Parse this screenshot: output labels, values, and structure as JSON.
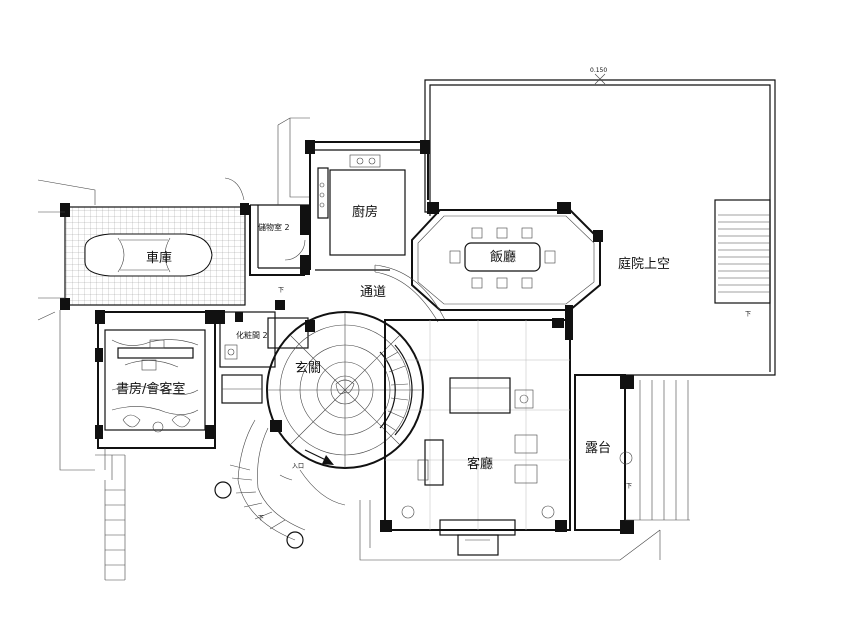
{
  "rooms": {
    "garage": "車庫",
    "storage": "儲物室 2",
    "kitchen": "廚房",
    "dining": "飯廳",
    "courtyard_void": "庭院上空",
    "corridor": "通道",
    "powder_room": "化粧間 2",
    "foyer": "玄關",
    "study": "書房/會客室",
    "living": "客廳",
    "terrace": "露台"
  },
  "annotations": {
    "entrance": "入口",
    "level": "0.150",
    "down": "下"
  }
}
